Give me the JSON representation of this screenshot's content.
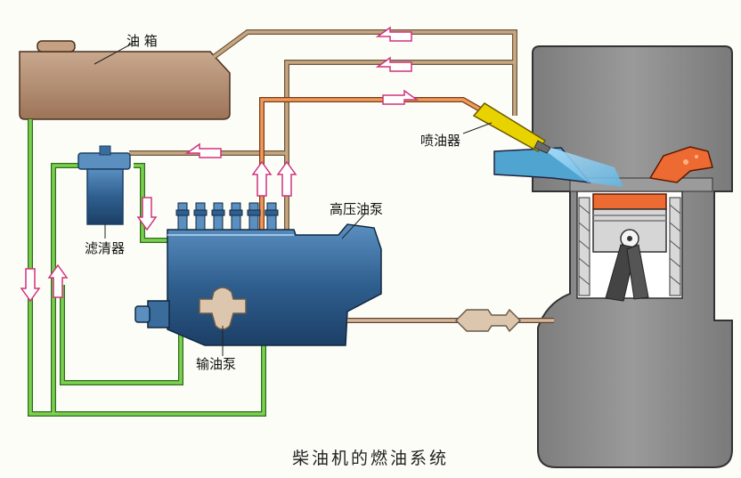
{
  "labels": {
    "fuel_tank": "油 箱",
    "injector": "喷油器",
    "filter": "滤清器",
    "high_pressure_pump": "高压油泵",
    "transfer_pump": "输油泵"
  },
  "caption": "柴油机的燃油系统",
  "colors": {
    "low_pressure_line": "#7bd14f",
    "high_pressure_line": "#ef9a5c",
    "return_line": "#c7a77e",
    "tank": "#b48e72",
    "pump_body": "#2f5f8f",
    "engine_block": "#8f8f8f",
    "piston_crown": "#ee6a33",
    "injector": "#e8d200",
    "flow_arrow": "#d0337d"
  }
}
